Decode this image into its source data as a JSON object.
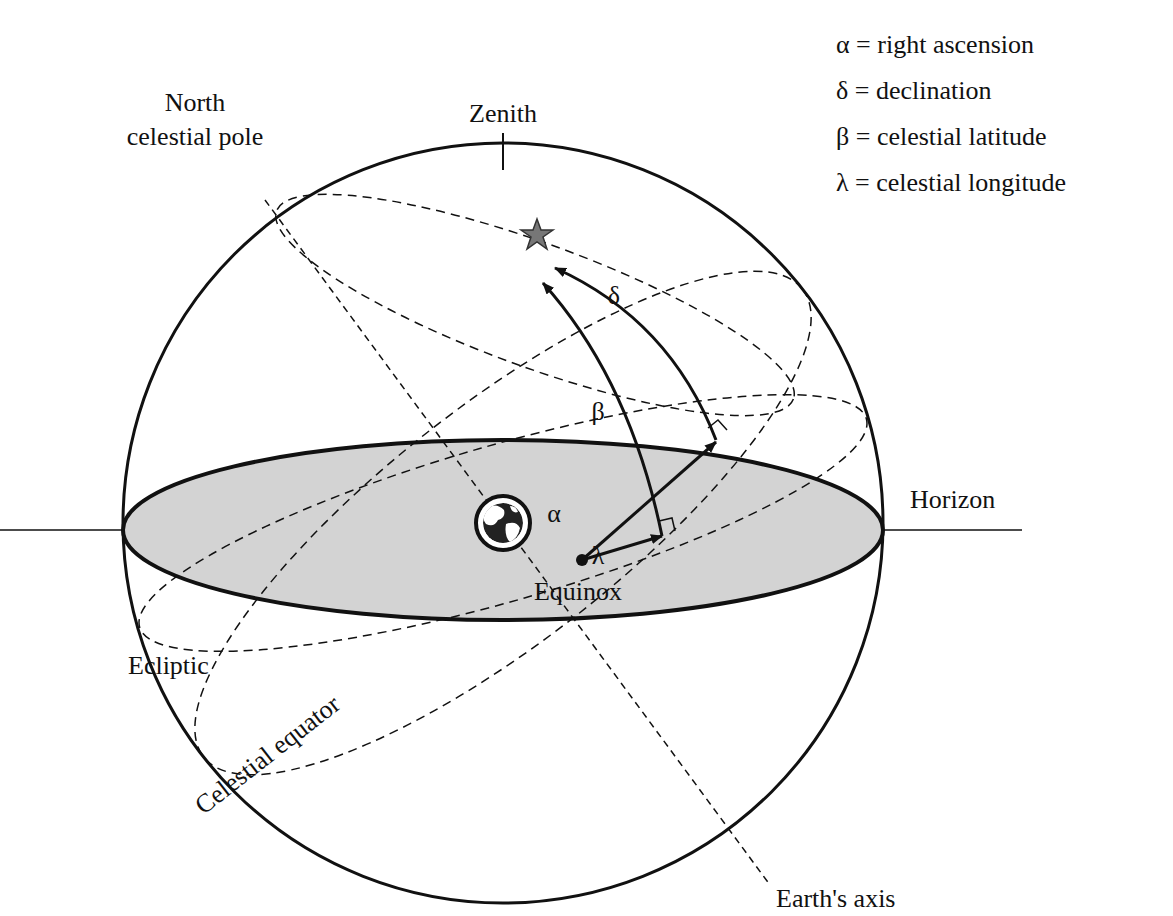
{
  "diagram": {
    "labels": [
      "North celestial pole",
      "Zenith",
      "Horizon",
      "Ecliptic",
      "Celestial equator",
      "Earth's axis",
      "Equinox",
      "α",
      "λ",
      "β",
      "δ",
      "α = right ascension",
      "δ = declination",
      "β = celestial latitude",
      "λ = celestial longitude"
    ]
  }
}
